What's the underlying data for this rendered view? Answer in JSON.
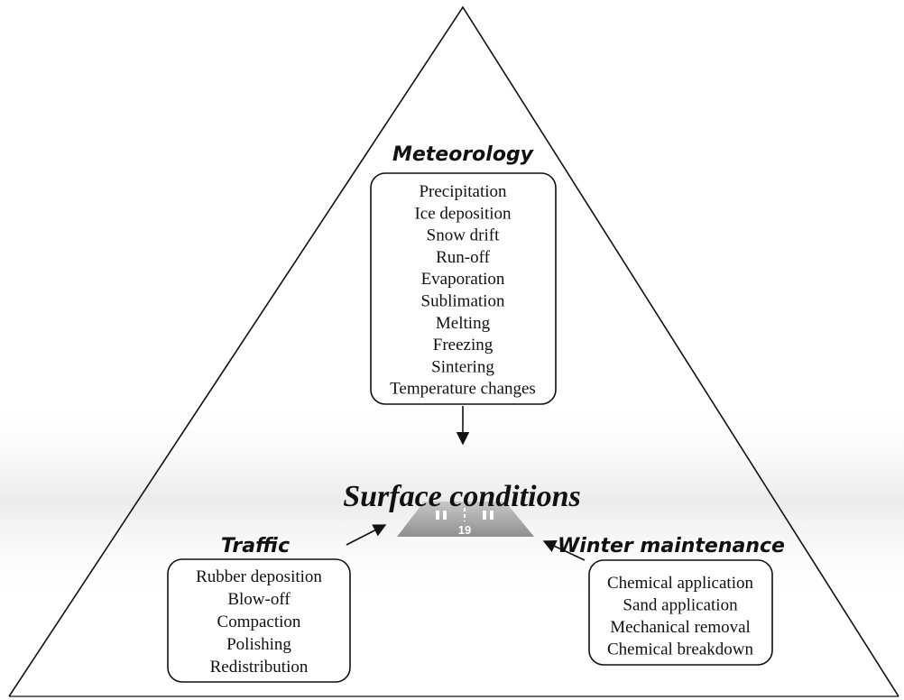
{
  "diagram": {
    "center_label": "Surface conditions",
    "runway_marking": "19",
    "meteorology": {
      "heading": "Meteorology",
      "items": [
        "Precipitation",
        "Ice deposition",
        "Snow drift",
        "Run-off",
        "Evaporation",
        "Sublimation",
        "Melting",
        "Freezing",
        "Sintering",
        "Temperature changes"
      ]
    },
    "traffic": {
      "heading": "Traffic",
      "items": [
        "Rubber deposition",
        "Blow-off",
        "Compaction",
        "Polishing",
        "Redistribution"
      ]
    },
    "winter_maintenance": {
      "heading": "Winter maintenance",
      "items": [
        "Chemical application",
        "Sand application",
        "Mechanical removal",
        "Chemical breakdown"
      ]
    },
    "colors": {
      "line": "#111111",
      "runway": "#9a9a9a",
      "haze": "#eeeeee"
    }
  }
}
